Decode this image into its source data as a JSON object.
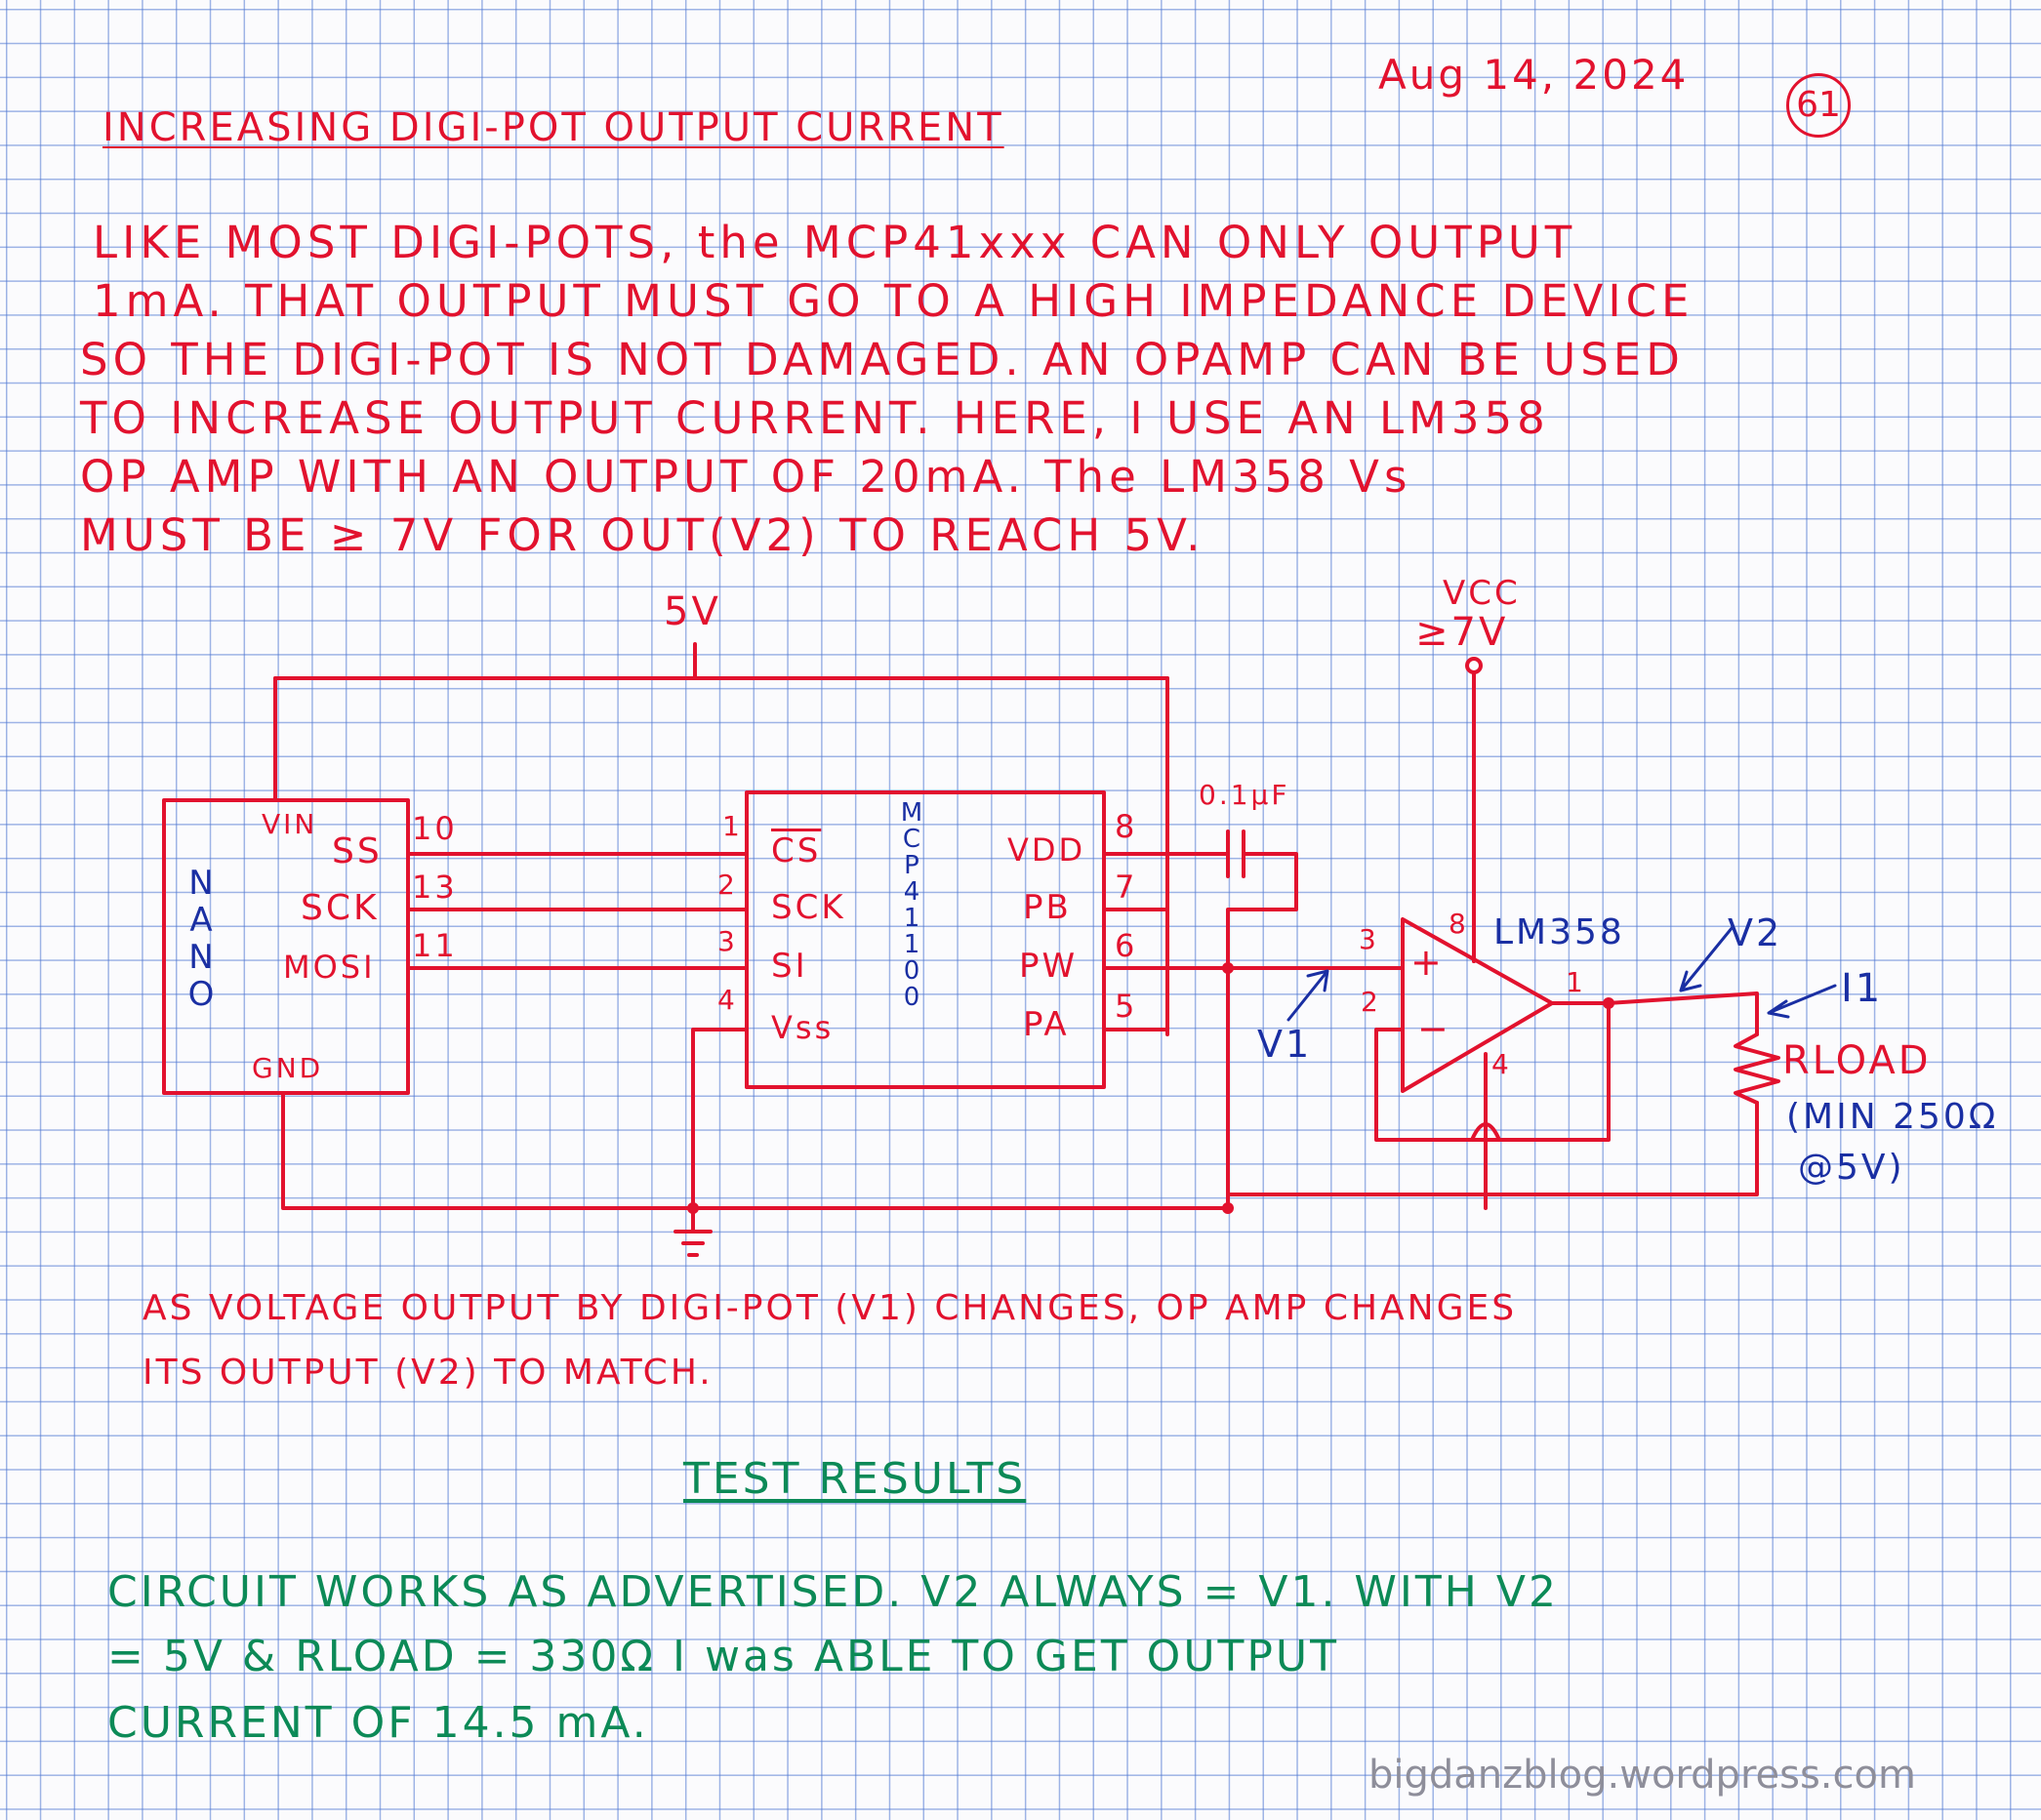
{
  "header": {
    "title": "INCREASING DIGI-POT OUTPUT CURRENT",
    "date": "Aug 14, 2024",
    "page_number": "61"
  },
  "intro": {
    "lines": [
      "LIKE MOST DIGI-POTS, the MCP41xxx CAN ONLY OUTPUT",
      "1mA. THAT OUTPUT MUST GO TO A HIGH IMPEDANCE DEVICE",
      "SO THE DIGI-POT IS NOT DAMAGED. AN OPAMP CAN BE USED",
      "TO INCREASE OUTPUT CURRENT. HERE, I USE AN LM358",
      "OP AMP WITH AN OUTPUT OF 20mA. The LM358 Vs",
      "MUST BE ≥ 7V FOR OUT(V2) TO REACH 5V."
    ]
  },
  "schematic": {
    "supply_5v": "5V",
    "vcc_label": "VCC",
    "vcc_value": "≥7V",
    "nano": {
      "name": "NANO",
      "vin": "VIN",
      "gnd": "GND",
      "pins": [
        {
          "label": "SS",
          "number": "10"
        },
        {
          "label": "SCK",
          "number": "13"
        },
        {
          "label": "MOSI",
          "number": "11"
        }
      ]
    },
    "mcp": {
      "name": "MCP41100",
      "left_pins": [
        {
          "number": "1",
          "label": "CS"
        },
        {
          "number": "2",
          "label": "SCK"
        },
        {
          "number": "3",
          "label": "SI"
        },
        {
          "number": "4",
          "label": "Vss"
        }
      ],
      "right_pins": [
        {
          "number": "8",
          "label": "VDD"
        },
        {
          "number": "7",
          "label": "PB"
        },
        {
          "number": "6",
          "label": "PW"
        },
        {
          "number": "5",
          "label": "PA"
        }
      ]
    },
    "capacitor": "0.1μF",
    "opamp": {
      "name": "LM358",
      "pin_vcc": "8",
      "pin_noninv": "3",
      "pin_inv": "2",
      "pin_gnd": "4",
      "pin_out": "1"
    },
    "v1": "V1",
    "v2": "V2",
    "i1": "I1",
    "rload": "RLOAD",
    "rload_note_1": "(MIN 250Ω",
    "rload_note_2": "@5V)"
  },
  "explanation": {
    "line1": "AS VOLTAGE OUTPUT BY DIGI-POT (V1) CHANGES, OP AMP CHANGES",
    "line2": "ITS OUTPUT (V2) TO MATCH."
  },
  "results": {
    "heading": "TEST RESULTS",
    "lines": [
      "CIRCUIT WORKS AS ADVERTISED. V2 ALWAYS = V1. WITH V2",
      "= 5V & RLOAD = 330Ω I was ABLE TO GET OUTPUT",
      "CURRENT OF 14.5 mA."
    ]
  },
  "watermark": "bigdanzblog.wordpress.com",
  "colors": {
    "ink_red": "#e2122e",
    "ink_blue": "#1a2fa3",
    "ink_green": "#0c8a57",
    "grid": "#5078d2"
  }
}
